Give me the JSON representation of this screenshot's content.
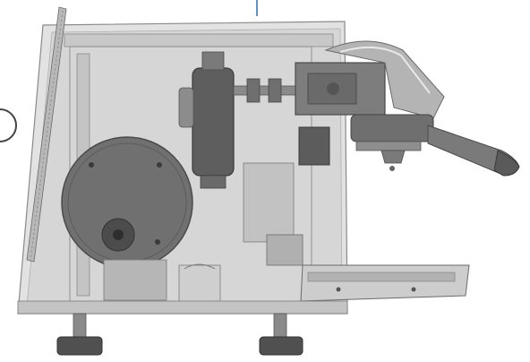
{
  "figure": {
    "subject": "espresso-machine-cutaway",
    "background": "#ffffff",
    "colors": {
      "body_shell": "#dcdcdc",
      "shell_stroke": "#8a8a8a",
      "internal_part": "#9a9a9a",
      "dark_part": "#5a5a5a",
      "tank_disc": "#6f6f6f",
      "leader_line": "#2f6fb0",
      "handle": "#7a7a7a",
      "feet": "#505050"
    },
    "components": [
      "outer-case",
      "side-panel-frame",
      "water-tank-disc",
      "boiler-cylinder",
      "brew-group",
      "portafilter",
      "portafilter-handle",
      "drip-tray",
      "adjustable-feet",
      "leader-line"
    ]
  }
}
